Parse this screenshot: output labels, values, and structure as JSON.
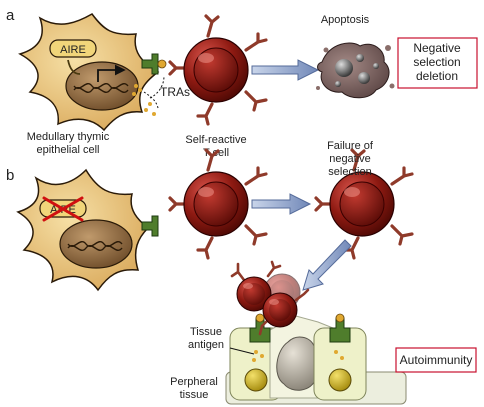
{
  "panels": {
    "a": {
      "letter": "a",
      "aire_label": "AIRE",
      "tras_label": "TRAs",
      "apoptosis_label": "Apoptosis",
      "thymic_cell_label": [
        "Medullary thymic",
        "epithelial cell"
      ],
      "tcell_label": [
        "Self-reactive",
        "T cell"
      ],
      "outcome_box": [
        "Negative",
        "selection",
        "deletion"
      ]
    },
    "b": {
      "letter": "b",
      "aire_label": "AIRE",
      "failure_label": [
        "Failure of",
        "negative",
        "selection"
      ],
      "tissue_antigen_label": [
        "Tissue",
        "antigen"
      ],
      "peripheral_label": [
        "Perpheral",
        "tissue"
      ],
      "outcome_box": [
        "Autoimmunity"
      ]
    }
  },
  "colors": {
    "thymic_cell": "#e9c679",
    "nucleus": "#9a7446",
    "tcell": "#8e1a12",
    "tcell_receptor": "#8f3a2a",
    "mhc": "#4f7d2c",
    "arrow": "#8aa0c8",
    "box_border": "#c8102e",
    "apoptotic": "#7a5f5c",
    "tissue_cell": "#eef1c9"
  }
}
